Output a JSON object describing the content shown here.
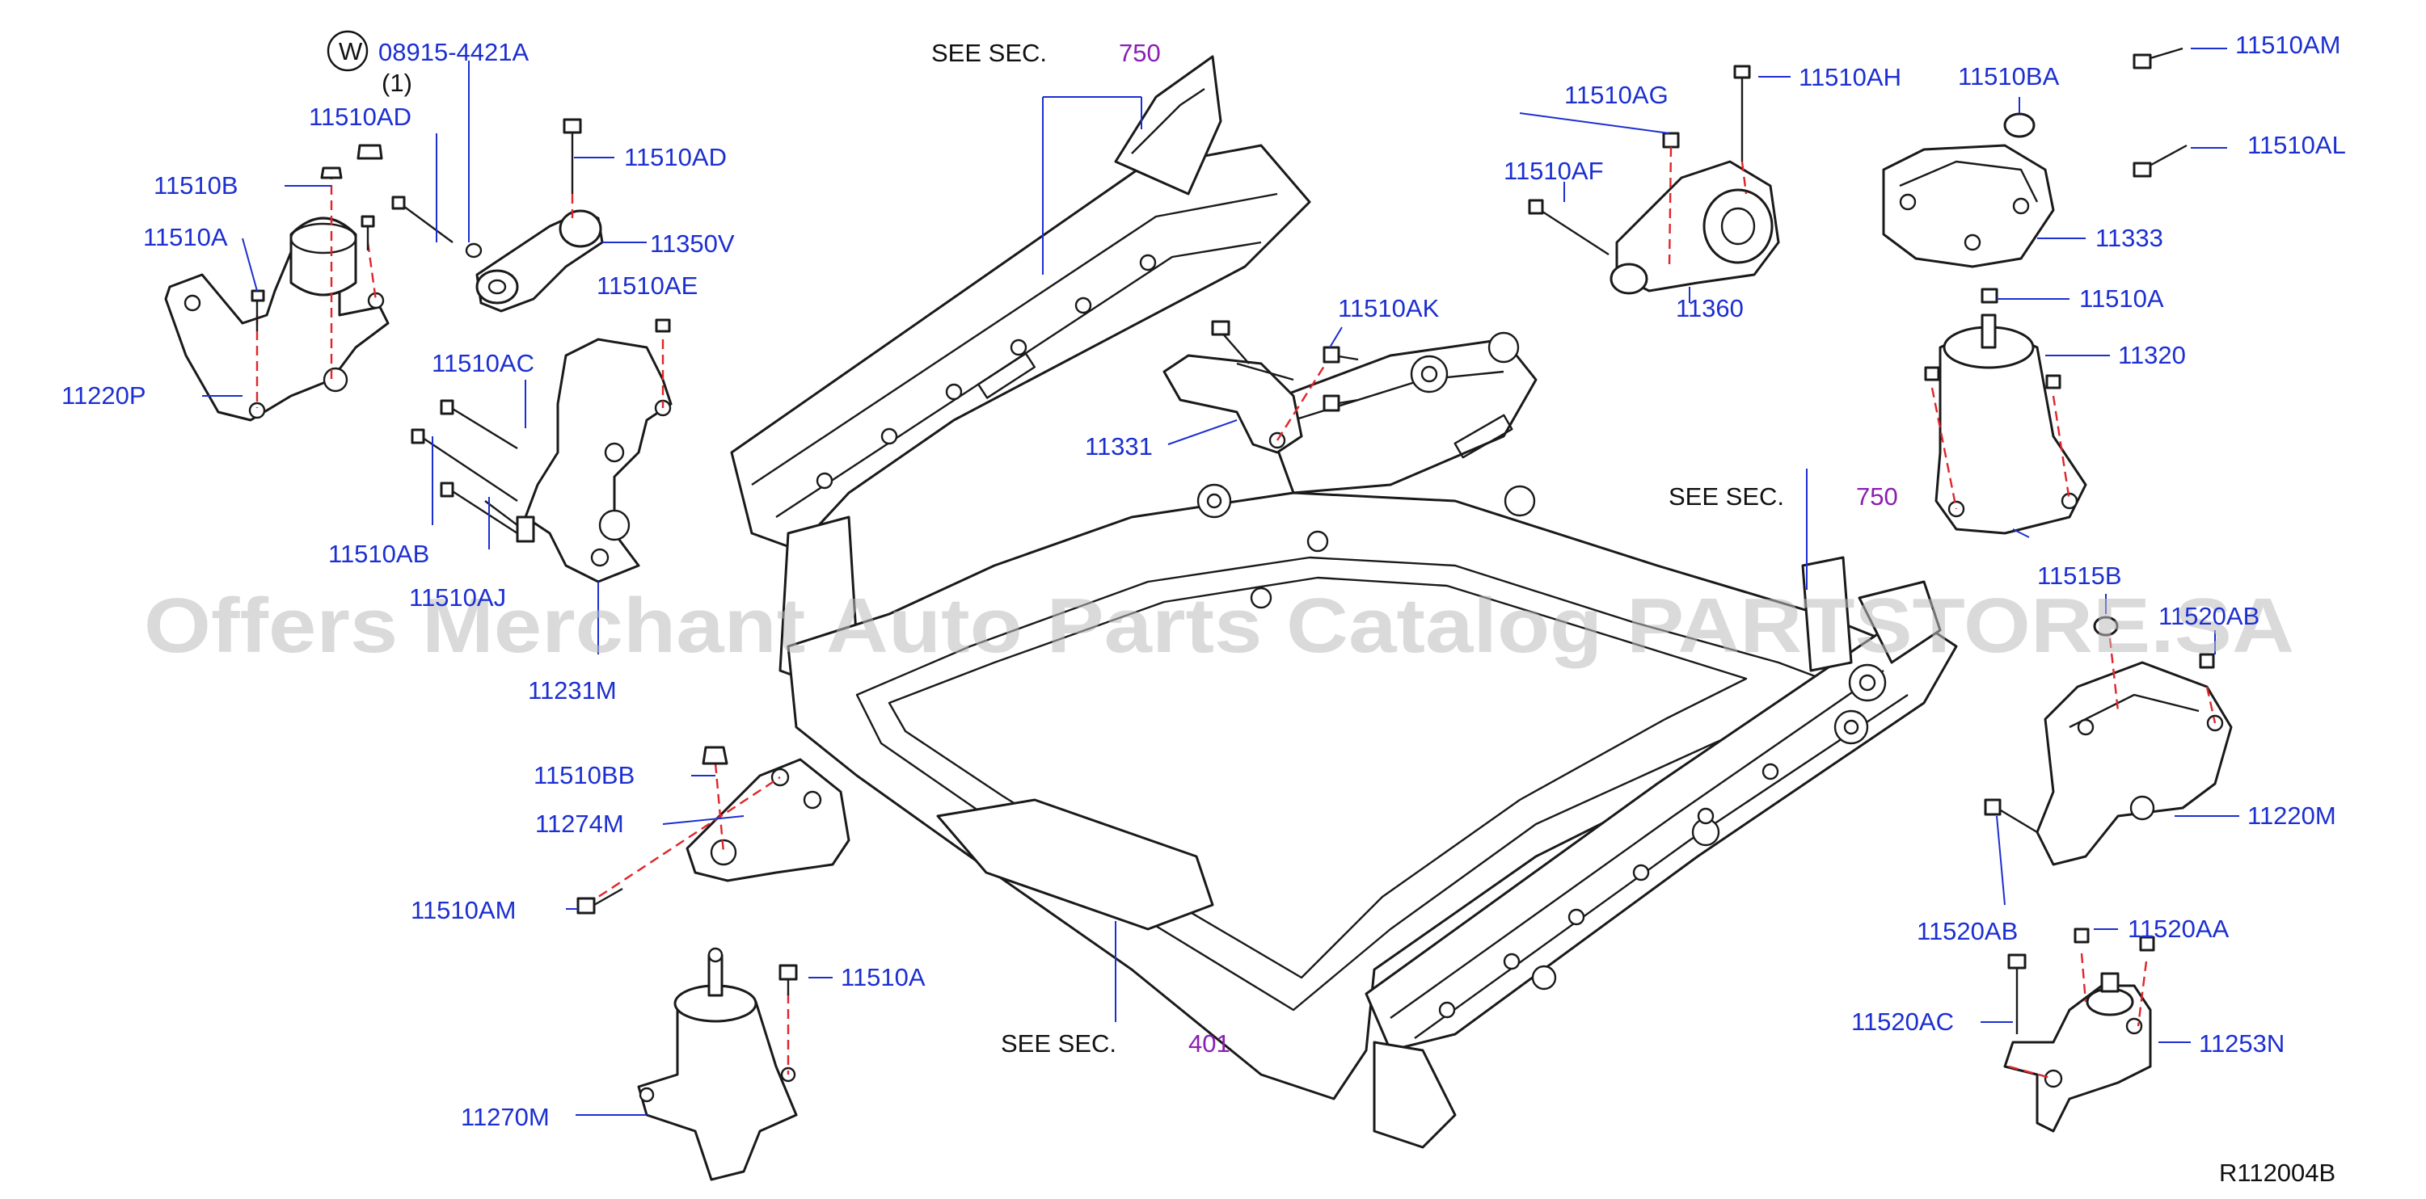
{
  "labels": {
    "p_08915": "08915-4421A",
    "p_08915_qty": "(1)",
    "p_w_badge": "W",
    "p_11510AD_a": "11510AD",
    "p_11510AD_b": "11510AD",
    "p_11510B": "11510B",
    "p_11510A_a": "11510A",
    "p_11510A_b": "11510A",
    "p_11510A_c": "11510A",
    "p_11220P": "11220P",
    "p_11350V": "11350V",
    "p_11510AE": "11510AE",
    "p_11510AC": "11510AC",
    "p_11510AB": "11510AB",
    "p_11510AJ": "11510AJ",
    "p_11231M": "11231M",
    "p_11510BB": "11510BB",
    "p_11274M": "11274M",
    "p_11510AM_a": "11510AM",
    "p_11510AM_b": "11510AM",
    "p_11270M": "11270M",
    "p_11510AK": "11510AK",
    "p_11331": "11331",
    "p_11510AG": "11510AG",
    "p_11510AH": "11510AH",
    "p_11510AF": "11510AF",
    "p_11360": "11360",
    "p_11510BA": "11510BA",
    "p_11510AL": "11510AL",
    "p_11333": "11333",
    "p_11320": "11320",
    "p_11515B": "11515B",
    "p_11520AB_a": "11520AB",
    "p_11520AB_b": "11520AB",
    "p_11220M": "11220M",
    "p_11520AA": "11520AA",
    "p_11520AC": "11520AC",
    "p_11253N": "11253N"
  },
  "see_sec": {
    "prefix": "SEE SEC.",
    "top_center": "750",
    "right": "750",
    "bottom": "401"
  },
  "watermark": "Offers Merchant Auto Parts Catalog PARTSTORE.SA",
  "diagram_id": "R112004B",
  "colors": {
    "part_number": "#1c2fd1",
    "section_ref": "#8a1fb4",
    "fastener_line": "#e0242a",
    "drawing": "#1a1a1a",
    "background": "#ffffff"
  }
}
